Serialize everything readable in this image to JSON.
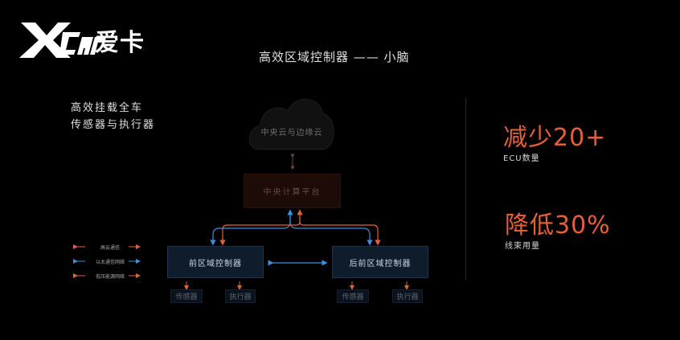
{
  "logo": {
    "brand": "爱卡"
  },
  "title": "高效区域控制器 —— 小脑",
  "left_text": {
    "line1": "高效挂载全车",
    "line2": "传感器与执行器"
  },
  "diagram": {
    "cloud": "中央云与边缘云",
    "platform": "中央计算平台",
    "zone_left": "前区域控制器",
    "zone_right": "后前区域控制器",
    "leaves": [
      "传感器",
      "执行器",
      "传感器",
      "执行器"
    ]
  },
  "legend": [
    {
      "label": "高云通信",
      "color": "#e5603a"
    },
    {
      "label": "以太通信网络",
      "color": "#3a8fe0"
    },
    {
      "label": "低压能源网络",
      "color": "#e5603a"
    }
  ],
  "stats": [
    {
      "value": "减少20+",
      "label": "ECU数量"
    },
    {
      "value": "降低30%",
      "label": "线束用量"
    }
  ],
  "colors": {
    "accent": "#e5603a",
    "blue": "#3a8fe0",
    "background": "#000000"
  }
}
